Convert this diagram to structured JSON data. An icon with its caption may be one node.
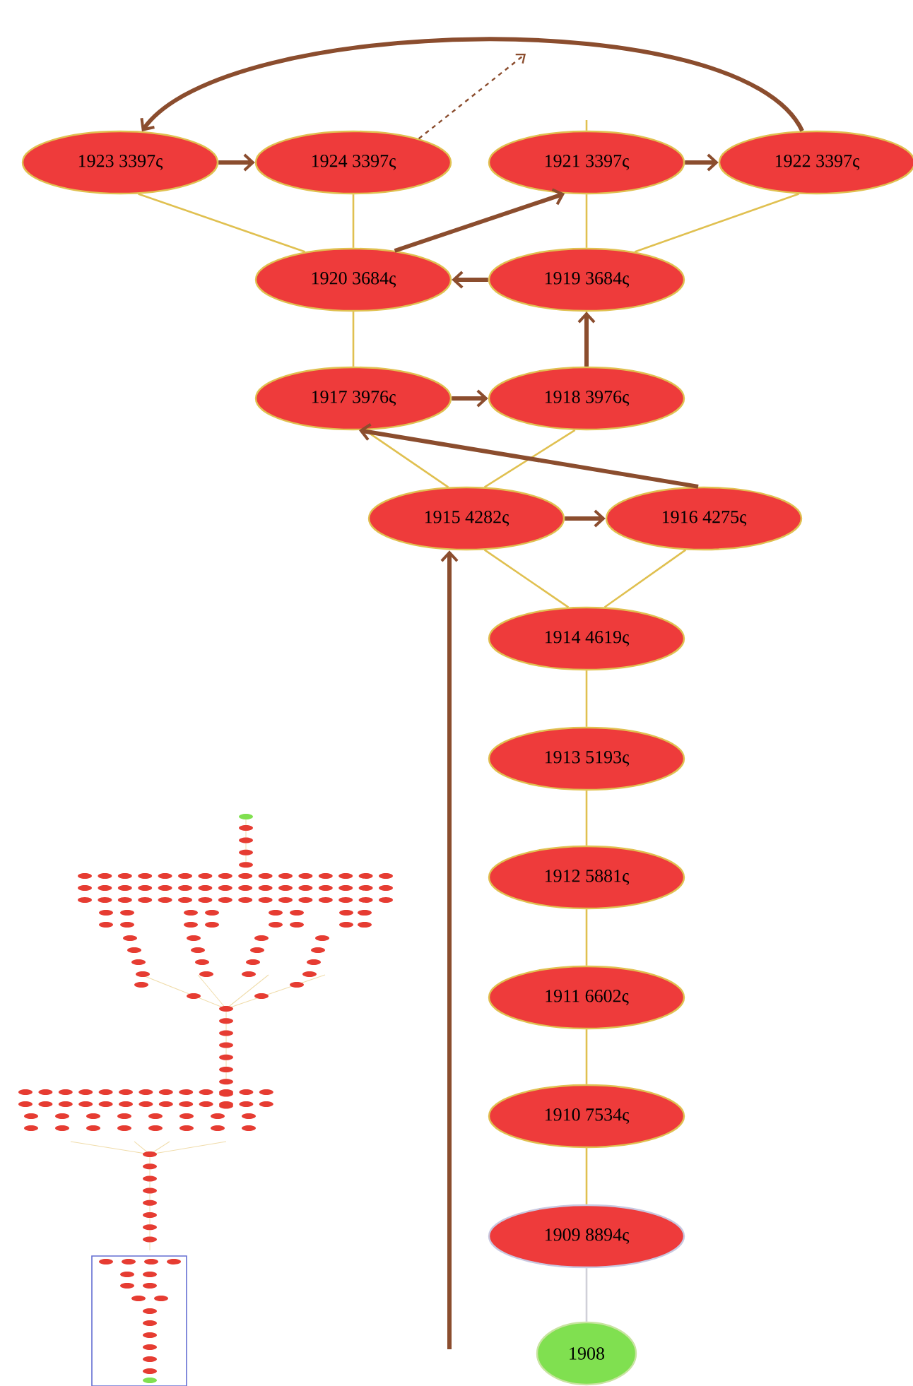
{
  "diagram": {
    "nodes": [
      {
        "text": [
          "1923 3397ς"
        ]
      },
      {
        "text": [
          "1924 3397ς"
        ]
      },
      {
        "text": [
          "1921 3397ς"
        ]
      },
      {
        "text": [
          "1922 3397ς"
        ]
      },
      {
        "text": [
          "1920 3684ς"
        ]
      },
      {
        "text": [
          "1919 3684ς"
        ]
      },
      {
        "text": [
          "1917 3976ς"
        ]
      },
      {
        "text": [
          "1918 3976ς"
        ]
      },
      {
        "text": [
          "1915 4282ς"
        ]
      },
      {
        "text": [
          "1916 4275ς"
        ]
      },
      {
        "text": [
          "1914 4619ς"
        ]
      },
      {
        "text": [
          "1913 5193ς"
        ]
      },
      {
        "text": [
          "1912 5881ς"
        ]
      },
      {
        "text": [
          "1911 6602ς"
        ]
      },
      {
        "text": [
          "1910 7534ς"
        ]
      },
      {
        "text": [
          "1909 8894ς"
        ]
      },
      {
        "text": [
          "1908"
        ]
      }
    ],
    "edges": [
      {
        "from": 0,
        "to": 4,
        "arrow": "none"
      },
      {
        "from": 1,
        "to": 4,
        "arrow": "none"
      },
      {
        "from": 4,
        "to": 6,
        "arrow": "none"
      },
      {
        "from": 2,
        "to": 5,
        "arrow": "none"
      },
      {
        "from": 3,
        "to": 5,
        "arrow": "none"
      },
      {
        "from": 5,
        "to": 7,
        "arrow": "none"
      },
      {
        "from": 6,
        "to": 8,
        "arrow": "none"
      },
      {
        "from": 7,
        "to": 8,
        "arrow": "none"
      },
      {
        "from": 8,
        "to": 10,
        "arrow": "none"
      },
      {
        "from": 9,
        "to": 10,
        "arrow": "none"
      },
      {
        "from": 10,
        "to": 11,
        "arrow": "none"
      },
      {
        "from": 11,
        "to": 12,
        "arrow": "none"
      },
      {
        "from": 12,
        "to": 13,
        "arrow": "none"
      },
      {
        "from": 13,
        "to": 14,
        "arrow": "none"
      },
      {
        "from": 14,
        "to": 15,
        "arrow": "none"
      },
      {
        "from": 15,
        "to": 16,
        "arrow": "none",
        "color": "#d0d0d8"
      },
      {
        "from": 2,
        "to": null,
        "arrow": "none"
      },
      {
        "from": 3,
        "to": 0,
        "arrow": "to",
        "style": "thick",
        "color": "#8b4d2e"
      },
      {
        "from": 0,
        "to": 1,
        "arrow": "to",
        "style": "thick",
        "color": "#8b4d2e"
      },
      {
        "from": 1,
        "to": null,
        "arrow": "to",
        "style": "dashed",
        "color": "#8b4d2e"
      },
      {
        "from": 2,
        "to": 3,
        "arrow": "to",
        "style": "thick",
        "color": "#8b4d2e"
      },
      {
        "from": 4,
        "to": 2,
        "arrow": "to",
        "style": "thick",
        "color": "#8b4d2e"
      },
      {
        "from": 5,
        "to": 4,
        "arrow": "to",
        "style": "thick",
        "color": "#8b4d2e"
      },
      {
        "from": 7,
        "to": 5,
        "arrow": "to",
        "style": "thick",
        "color": "#8b4d2e"
      },
      {
        "from": 6,
        "to": 7,
        "arrow": "to",
        "style": "thick",
        "color": "#8b4d2e"
      },
      {
        "from": 9,
        "to": 6,
        "arrow": "to",
        "style": "thick",
        "color": "#8b4d2e"
      },
      {
        "from": 8,
        "to": 9,
        "arrow": "to",
        "style": "thick",
        "color": "#8b4d2e"
      },
      {
        "from": null,
        "to": 8,
        "arrow": "to",
        "style": "thick",
        "color": "#8b4d2e"
      }
    ]
  }
}
